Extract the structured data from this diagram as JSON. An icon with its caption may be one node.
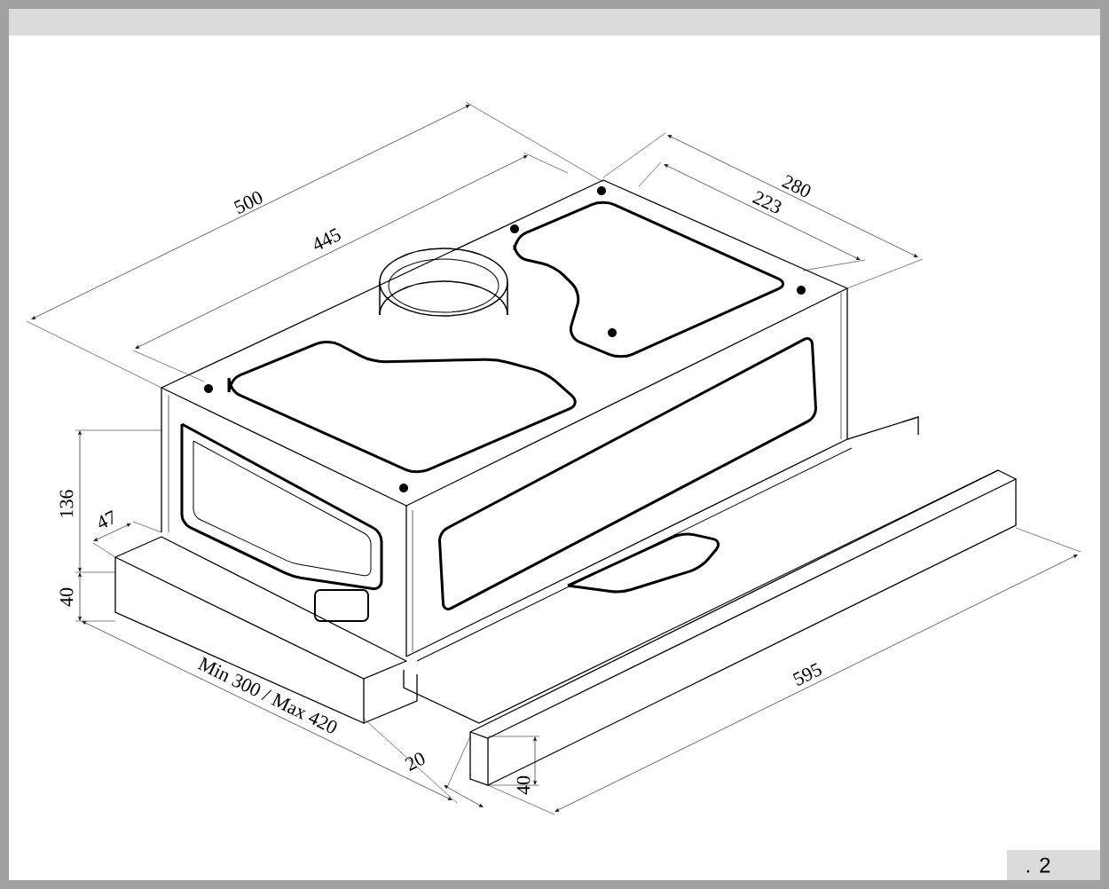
{
  "diagram": {
    "labels": [
      "500",
      "445",
      "280",
      "223",
      "136",
      "47",
      "40",
      "Min 300 / Max 420",
      "20",
      "40",
      "595",
      ". 2"
    ]
  }
}
